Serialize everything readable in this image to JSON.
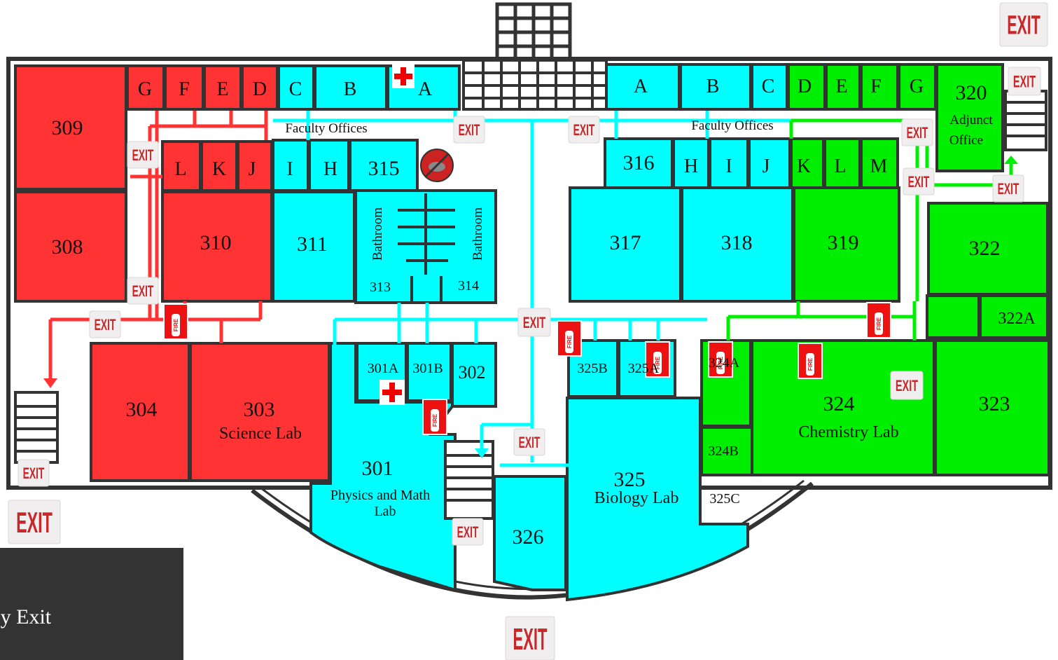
{
  "colors": {
    "red_wing": "#ff3333",
    "cyan_wing": "#00ffff",
    "green_wing": "#00ee00",
    "wall": "#333333",
    "exit_text": "#c8282a",
    "exit_bg": "#f0eeee"
  },
  "exit_sign": {
    "label": "EXIT"
  },
  "rooms": {
    "r309": "309",
    "r308": "308",
    "r310": "310",
    "rG_red": "G",
    "rF_red": "F",
    "rE_red": "E",
    "rD_red": "D",
    "rL_red": "L",
    "rK_red": "K",
    "rJ_red": "J",
    "r304": "304",
    "r303": "303",
    "r303_sub": "Science Lab",
    "rC_left": "C",
    "rB_left": "B",
    "rA_left": "A",
    "faculty_left": "Faculty Offices",
    "rI_left": "I",
    "rH_left": "H",
    "r315": "315",
    "r311": "311",
    "bathroom_left": "Bathroom",
    "bathroom_right": "Bathroom",
    "r313": "313",
    "r314": "314",
    "r301A": "301A",
    "r301B": "301B",
    "r302": "302",
    "r301": "301",
    "r301_sub1": "Physics and Math",
    "r301_sub2": "Lab",
    "r326": "326",
    "rA_right": "A",
    "rB_right": "B",
    "rC_right": "C",
    "faculty_right": "Faculty Offices",
    "r316": "316",
    "rH_right": "H",
    "rI_right": "I",
    "rJ_right": "J",
    "r317": "317",
    "r318": "318",
    "r325B": "325B",
    "r325A": "325A",
    "r325": "325",
    "r325_sub": "Biology Lab",
    "r325C": "325C",
    "rD_green": "D",
    "rE_green": "E",
    "rF_green": "F",
    "rG_green": "G",
    "r320": "320",
    "r320_sub1": "Adjunct",
    "r320_sub2": "Office",
    "rK_green": "K",
    "rL_green": "L",
    "rM_green": "M",
    "r319": "319",
    "r322": "322",
    "r322A": "322A",
    "r324A": "324A",
    "r324B": "324B",
    "r324": "324",
    "r324_sub": "Chemistry Lab",
    "r323": "323"
  },
  "fire_extinguisher": {
    "label": "FIRE"
  },
  "legend": {
    "emergency_exit": "gency Exit"
  }
}
